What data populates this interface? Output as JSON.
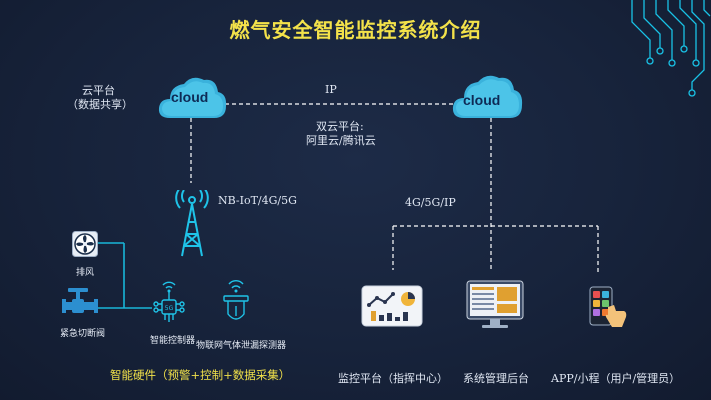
{
  "title": "燃气安全智能监控系统介绍",
  "left_cloud": {
    "word": "cloud",
    "caption_line1": "云平台",
    "caption_line2": "（数据共享）"
  },
  "right_cloud": {
    "word": "cloud",
    "caption_line1": "双云平台:",
    "caption_line2": "阿里云/腾讯云"
  },
  "link_ip": "IP",
  "tower_label": "NB-IoT/4G/5G",
  "network_label": "4G/5G/IP",
  "devices": {
    "fan": "排风",
    "valve": "紧急切断阀",
    "controller": "智能控制器",
    "detector": "物联网气体泄漏探测器",
    "hardware_caption": "智能硬件（预警+控制+数据采集）"
  },
  "platforms": {
    "monitor": "监控平台（指挥中心）",
    "admin": "系统管理后台",
    "app": "APP/小程（用户/管理员）"
  },
  "colors": {
    "title": "#f3e24a",
    "accent": "#19c2e6",
    "background": "#17233b"
  }
}
